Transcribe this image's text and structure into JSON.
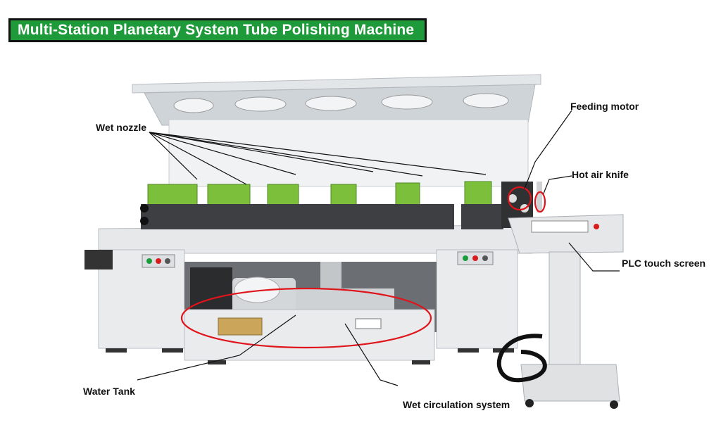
{
  "title": "Multi-Station Planetary System Tube Polishing Machine",
  "labels": {
    "wet_nozzle": "Wet nozzle",
    "feeding_motor": "Feeding motor",
    "hot_air_knife": "Hot air knife",
    "plc_touch_screen": "PLC touch screen",
    "water_tank": "Water Tank",
    "wet_circulation_system": "Wet circulation system"
  },
  "colors": {
    "banner": "#1e9a3a",
    "machine_frame": "#eef0f2",
    "polishing_head": "#7bbf3a",
    "highlight_circle": "#e0141b"
  }
}
